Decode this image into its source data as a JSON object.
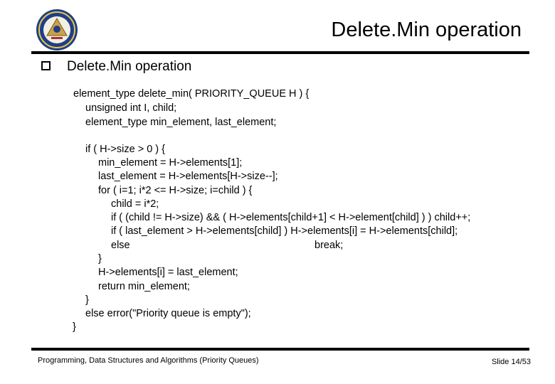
{
  "slide": {
    "title": "Delete.Min operation",
    "bullet_heading": "Delete.Min operation",
    "code_lines": [
      "element_type delete_min( PRIORITY_QUEUE H )   {",
      "unsigned int I, child;",
      "element_type min_element, last_element;",
      "if ( H->size > 0 ) {",
      "min_element = H->elements[1];",
      "last_element = H->elements[H->size--];",
      "for ( i=1; i*2 <= H->size; i=child ) {",
      "child = i*2;",
      "if ( (child != H->size) && ( H->elements[child+1] < H->element[child] )  ) child++;",
      "if ( last_element > H->elements[child] )  H->elements[i] = H->elements[child];",
      "else",
      "break;",
      "}",
      "H->elements[i] = last_element;",
      "return min_element;",
      "}",
      "else error(\"Priority queue is empty\");",
      "}"
    ],
    "footer_left": "Programming, Data Structures and Algorithms  (Priority Queues)",
    "footer_right": "Slide 14/53"
  }
}
